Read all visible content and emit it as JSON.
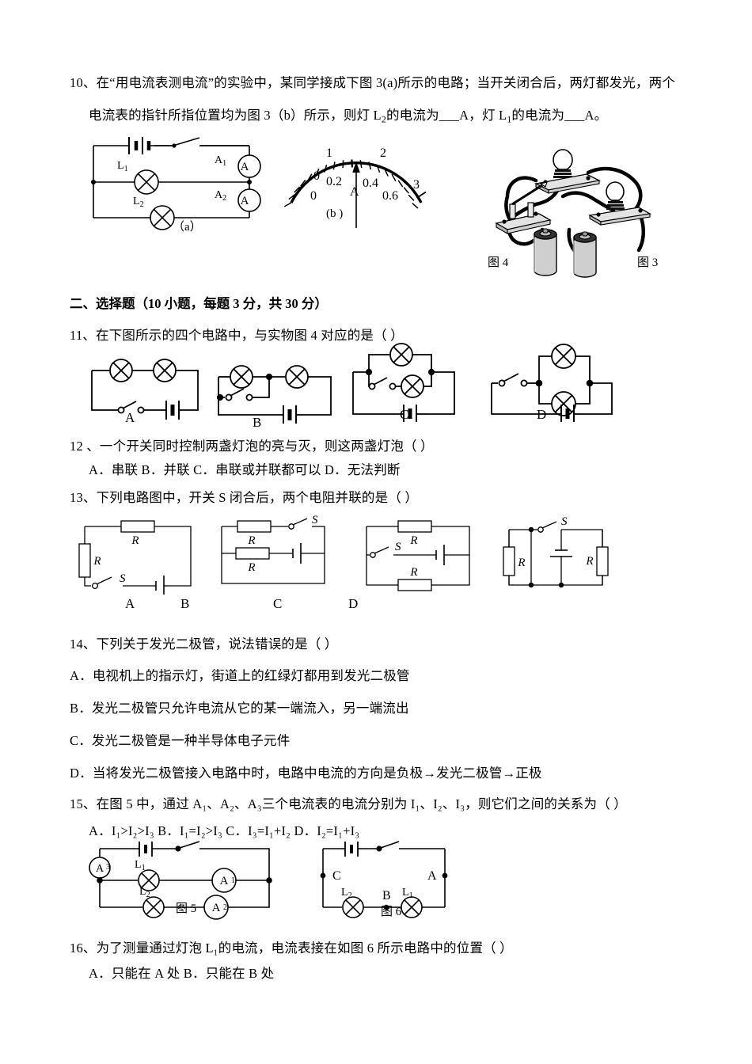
{
  "document": {
    "type": "physics-exam-worksheet",
    "language": "zh-CN"
  },
  "questions": {
    "q10": {
      "line1": "10、在“用电流表测电流”的实验中，某同学接成下图 3(a)所示的电路；当开关闭合后，两灯都发光，两个",
      "line2_a": "电流表的指针所指位置均为图 3（b）所示，则灯 L",
      "line2_sub1": "2",
      "line2_b": "的电流为___A，灯 L",
      "line2_sub2": "1",
      "line2_c": "的电流为___A。"
    },
    "section2_header": "二、选择题（10 小题，每题 3 分，共 30 分）",
    "q11": {
      "text": "11、在下图所示的四个电路中，与实物图 4 对应的是（      ）"
    },
    "q12": {
      "text": "12 、一个开关同时控制两盏灯泡的亮与灭，则这两盏灯泡（      ）",
      "options": "A．串联    B．并联    C．串联或并联都可以    D．无法判断"
    },
    "q13": {
      "text": "13、下列电路图中，开关 S 闭合后，两个电阻并联的是（  ）"
    },
    "q14": {
      "text": "14、下列关于发光二极管，说法错误的是（     ）",
      "options": [
        "A．电视机上的指示灯，街道上的红绿灯都用到发光二极管",
        "B．发光二极管只允许电流从它的某一端流入，另一端流出",
        "C．发光二极管是一种半导体电子元件",
        "D．当将发光二极管接入电路中时，电路中电流的方向是负极→发光二极管→正极"
      ]
    },
    "q15": {
      "text_a": "15、在图 5 中，通过 A",
      "text_subs": [
        "1",
        "2",
        "3"
      ],
      "text_full": "15、在图 5 中，通过 A₁、A₂、A₃三个电流表的电流分别为 I₁、I₂、I₃，则它们之间的关系为（    ）",
      "options_full": "A．I₁>I₂>I₃   B．I₁=I₂>I₃   C．I₃=I₁+I₂   D．I₂=I₁+I₃"
    },
    "q16": {
      "text": "16、为了测量通过灯泡 L₁的电流，电流表接在如图 6 所示电路中的位置（      ）",
      "options": "A．只能在 A 处     B．只能在 B 处"
    }
  },
  "figures": {
    "fig3a": {
      "caption": "（a）",
      "labels": {
        "lamp1": "L",
        "lamp1_sub": "1",
        "lamp2": "L",
        "lamp2_sub": "2",
        "ammeter1": "A",
        "ammeter1_sub": "1",
        "ammeter2": "A",
        "ammeter2_sub": "2",
        "meter_glyph": "A"
      }
    },
    "fig3b": {
      "caption": "(b )",
      "unit": "A",
      "outer_ticks": [
        "0",
        "1",
        "2",
        "3"
      ],
      "inner_ticks": [
        "0",
        "0.2",
        "0.4",
        "0.6"
      ],
      "needle_position_fraction": 0.5,
      "outer_range": [
        0,
        3
      ],
      "inner_range": [
        0,
        0.6
      ]
    },
    "fig4": {
      "caption": "图 4",
      "extra_caption": "图 3",
      "components": [
        "lamp-on-base",
        "lamp-on-base",
        "knife-switch",
        "battery-cell",
        "battery-cell"
      ]
    },
    "q11_options": {
      "letters": [
        "A",
        "B",
        "C",
        "D"
      ],
      "descriptions": [
        "two lamps in series with switch and battery",
        "two lamps with switch branch and battery",
        "two lamps parallel with switch in one branch and battery",
        "two lamps in parallel with switch and battery"
      ]
    },
    "q13_options": {
      "letters": [
        "A",
        "B",
        "C",
        "D"
      ],
      "resistor_label": "R",
      "switch_label": "S"
    },
    "fig5": {
      "caption": "图 5",
      "labels": {
        "a3": "A",
        "a3_sub": "3",
        "a1": "A",
        "a1_sub": "1",
        "a2": "A",
        "a2_sub": "2",
        "l1": "L",
        "l1_sub": "1",
        "l2": "L",
        "l2_sub": "2"
      }
    },
    "fig6": {
      "caption": "图 6",
      "labels": {
        "point_a": "A",
        "point_b": "B",
        "point_c": "C",
        "l1": "L",
        "l1_sub": "1",
        "l2": "L",
        "l2_sub": "2"
      }
    }
  },
  "colors": {
    "ink": "#000000",
    "paper": "#ffffff",
    "battery_gray": "#c8c8c8",
    "base_gray": "#d9d9d9"
  }
}
